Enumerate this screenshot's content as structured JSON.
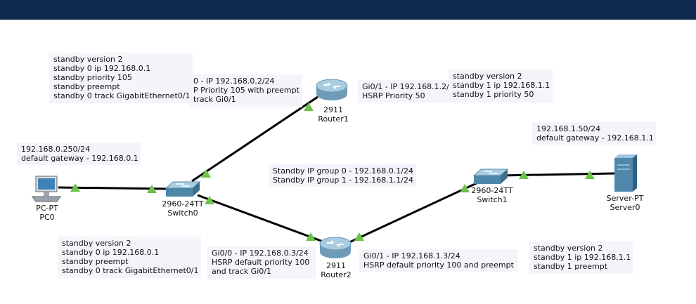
{
  "colors": {
    "header_bar": "#0e2a4e",
    "link": "#000000",
    "link_up_marker": "#6cc24a",
    "note_background": "#f4f4fb"
  },
  "devices": {
    "router1": {
      "model": "2911",
      "name": "Router1",
      "icon": "router-icon"
    },
    "router2": {
      "model": "2911",
      "name": "Router2",
      "icon": "router-icon"
    },
    "switch0": {
      "model": "2960-24TT",
      "name": "Switch0",
      "icon": "switch-icon"
    },
    "switch1": {
      "model": "2960-24TT",
      "name": "Switch1",
      "icon": "switch-icon"
    },
    "pc0": {
      "model": "PC-PT",
      "name": "PC0",
      "icon": "pc-icon"
    },
    "server0": {
      "model": "Server-PT",
      "name": "Server0",
      "icon": "server-icon"
    }
  },
  "notes": {
    "router1_config": [
      "standby version 2",
      "standby 0 ip 192.168.0.1",
      "standby priority 105",
      "standby preempt",
      "standby 0 track GigabitEthernet0/1"
    ],
    "router1_gi00": [
      "0 - IP 192.168.0.2/24",
      "P Priority 105 with preempt",
      "track Gi0/1"
    ],
    "router1_gi01": [
      "Gi0/1 - IP 192.168.1.2/",
      "HSRP Priority 50"
    ],
    "router1_g1_config": [
      "standby version 2",
      "standby 1 ip 192.168.1.1",
      "standby 1 priority 50"
    ],
    "server": [
      "192.168.1.50/24",
      "default gateway - 192.168.1.1"
    ],
    "pc": [
      "192.168.0.250/24",
      "default gateway - 192.168.0.1"
    ],
    "standby_groups": [
      "Standby IP group 0 - 192.168.0.1/24",
      "Standby IP group 1 - 192.168.1.1/24"
    ],
    "router2_config": [
      "standby version 2",
      "standby 0 ip 192.168.0.1",
      "standby preempt",
      "standby 0 track GigabitEthernet0/1"
    ],
    "router2_gi00": [
      "Gi0/0 - IP 192.168.0.3/24",
      "HSRP default priority 100",
      "and track Gi0/1"
    ],
    "router2_gi01": [
      "Gi0/1 - IP 192.168.1.3/24",
      "HSRP default priority 100 and preempt"
    ],
    "router2_g1_config": [
      "standby version 2",
      "standby 1 ip 192.168.1.1",
      "standby 1 preempt"
    ]
  }
}
